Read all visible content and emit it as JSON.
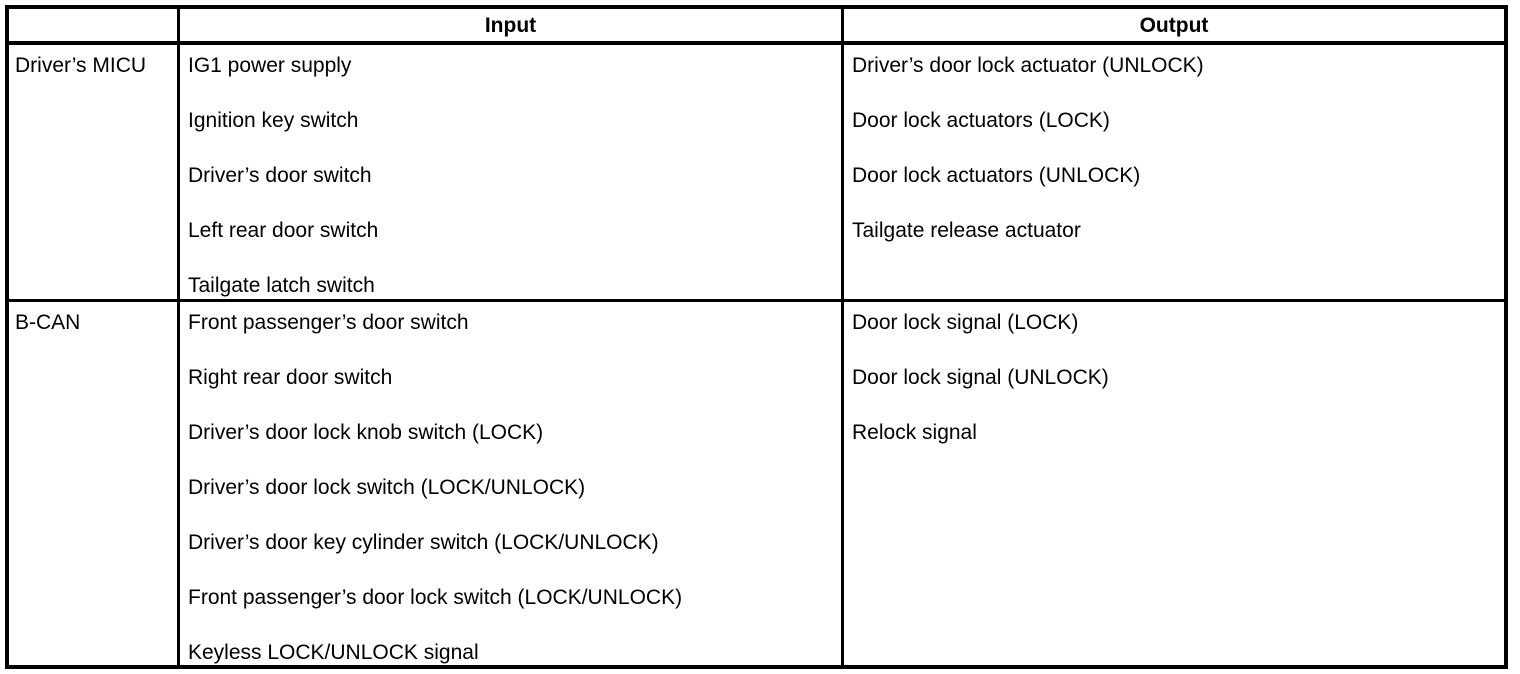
{
  "table": {
    "headers": {
      "corner": "",
      "input": "Input",
      "output": "Output"
    },
    "rows": [
      {
        "label": "Driver’s MICU",
        "inputs": [
          "IG1 power supply",
          "Ignition key switch",
          "Driver’s door switch",
          "Left rear door switch",
          "Tailgate latch switch"
        ],
        "outputs": [
          "Driver’s door lock actuator (UNLOCK)",
          "Door lock actuators (LOCK)",
          "Door lock actuators (UNLOCK)",
          "Tailgate release actuator"
        ]
      },
      {
        "label": "B-CAN",
        "inputs": [
          "Front passenger’s door switch",
          "Right rear door switch",
          "Driver’s door lock knob switch (LOCK)",
          "Driver’s door lock switch (LOCK/UNLOCK)",
          "Driver’s door key cylinder switch (LOCK/UNLOCK)",
          "Front passenger’s door lock switch (LOCK/UNLOCK)",
          "Keyless LOCK/UNLOCK signal"
        ],
        "outputs": [
          "Door lock signal (LOCK)",
          "Door lock signal (UNLOCK)",
          "Relock signal"
        ]
      }
    ],
    "colors": {
      "border": "#000000",
      "text": "#000000",
      "background": "#ffffff"
    }
  }
}
